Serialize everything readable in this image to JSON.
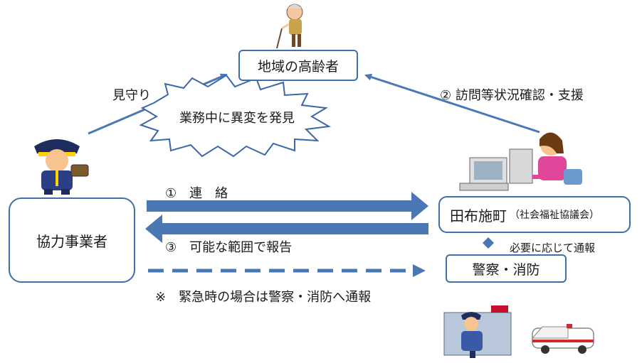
{
  "nodes": {
    "elderly": "地域の高齢者",
    "partner": "協力事業者",
    "town": "田布施町",
    "town_sub": "（社会福祉協議会）",
    "police": "警察・消防"
  },
  "labels": {
    "watch": "見守り",
    "anomaly": "業務中に異変を発見",
    "visit": "② 訪問等状況確認・支援",
    "contact": "①　連　絡",
    "report": "③　可能な範囲で報告",
    "notify": "必要に応じて通報",
    "emergency": "※　緊急時の場合は警察・消防へ通報"
  },
  "icons": {
    "elderly": "elderly-person-icon",
    "worker": "delivery-worker-icon",
    "staff": "office-staff-computer-icon",
    "police": "police-officer-icon",
    "ambulance": "ambulance-icon"
  },
  "colors": {
    "arrow": "#4a78b5",
    "arrow_dark": "#3c68a8",
    "box_border": "#3f6fa6"
  }
}
